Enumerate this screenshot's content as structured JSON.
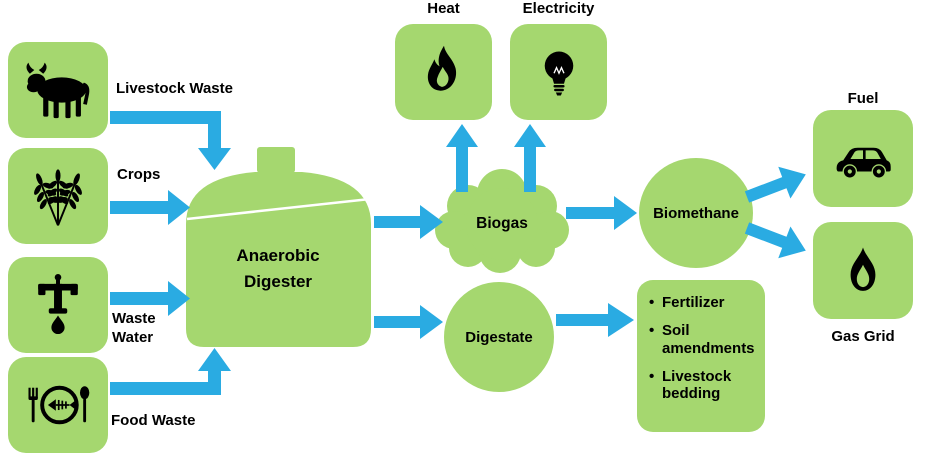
{
  "nodes": {
    "livestock_waste": "Livestock Waste",
    "crops": "Crops",
    "waste_water": "Waste Water",
    "food_waste": "Food Waste",
    "digester": "Anaerobic Digester",
    "biogas": "Biogas",
    "digestate": "Digestate",
    "heat": "Heat",
    "electricity": "Electricity",
    "biomethane": "Biomethane",
    "fuel": "Fuel",
    "gas_grid": "Gas Grid"
  },
  "digestate_uses": [
    "Fertilizer",
    "Soil amendments",
    "Livestock bedding"
  ],
  "icons": {
    "livestock_waste": "cow-icon",
    "crops": "wheat-icon",
    "waste_water": "water-pump-icon",
    "food_waste": "food-plate-icon",
    "heat": "flame-icon",
    "electricity": "light-bulb-icon",
    "fuel": "car-icon",
    "gas_grid": "gas-flame-icon"
  },
  "colors": {
    "node_green": "#a5d76f",
    "arrow_blue": "#2aabe2",
    "icon_black": "#000000",
    "background": "#ffffff"
  }
}
